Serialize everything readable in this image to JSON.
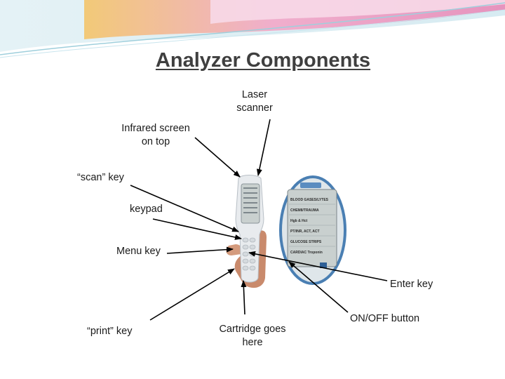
{
  "slide": {
    "title": "Analyzer Components"
  },
  "labels": {
    "laser_scanner": [
      "Laser",
      "scanner"
    ],
    "infrared_screen": [
      "Infrared screen",
      "on top"
    ],
    "scan_key": "“scan” key",
    "keypad": "keypad",
    "menu_key": "Menu key",
    "enter_key": "Enter key",
    "print_key": "“print” key",
    "cartridge": [
      "Cartridge goes",
      "here"
    ],
    "on_off_button": "ON/OFF button"
  },
  "screen_menu": [
    "BLOOD GASES/LYTES",
    "CHEM8/TRAUMA",
    "Hgb & Hct",
    "PT/INR, ACT, ACT",
    "GLUCOSE STRIPS",
    "CARDIAC Troponin"
  ],
  "colors": {
    "arrow": "#000000",
    "device_body": "#e8ebee",
    "screen": "#c9d0cf",
    "zoom_ring": "#4a7fb3",
    "title": "#3f3f3f"
  }
}
